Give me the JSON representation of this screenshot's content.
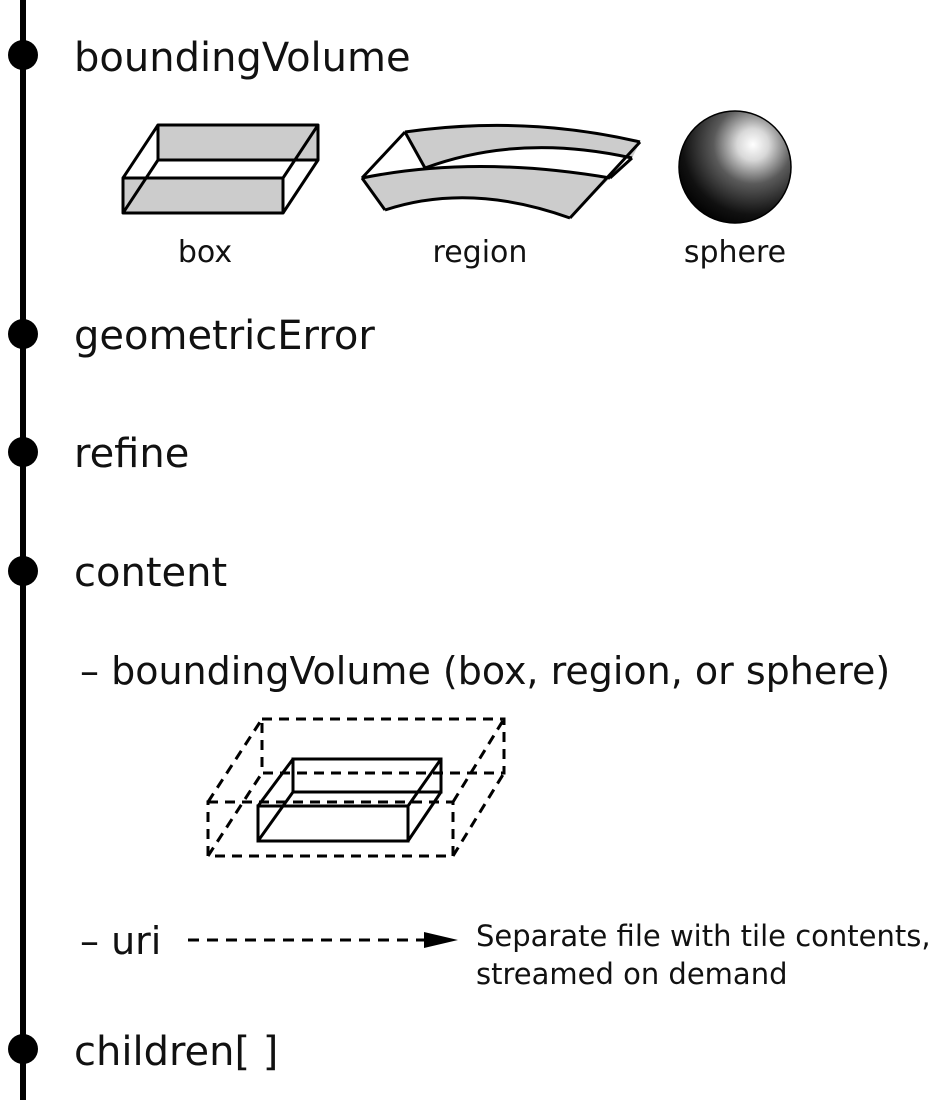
{
  "nodes": {
    "bounding_volume": "boundingVolume",
    "geometric_error": "geometricError",
    "refine": "refine",
    "content": "content",
    "children": "children[ ]"
  },
  "volume_types": {
    "box": "box",
    "region": "region",
    "sphere": "sphere"
  },
  "content_fields": {
    "bounding_volume": "– boundingVolume (box, region, or sphere)",
    "uri": "– uri"
  },
  "uri_note": {
    "line1": "Separate file with tile contents,",
    "line2": "streamed on demand"
  },
  "colors": {
    "line": "#000000",
    "fill": "#cccccc"
  }
}
